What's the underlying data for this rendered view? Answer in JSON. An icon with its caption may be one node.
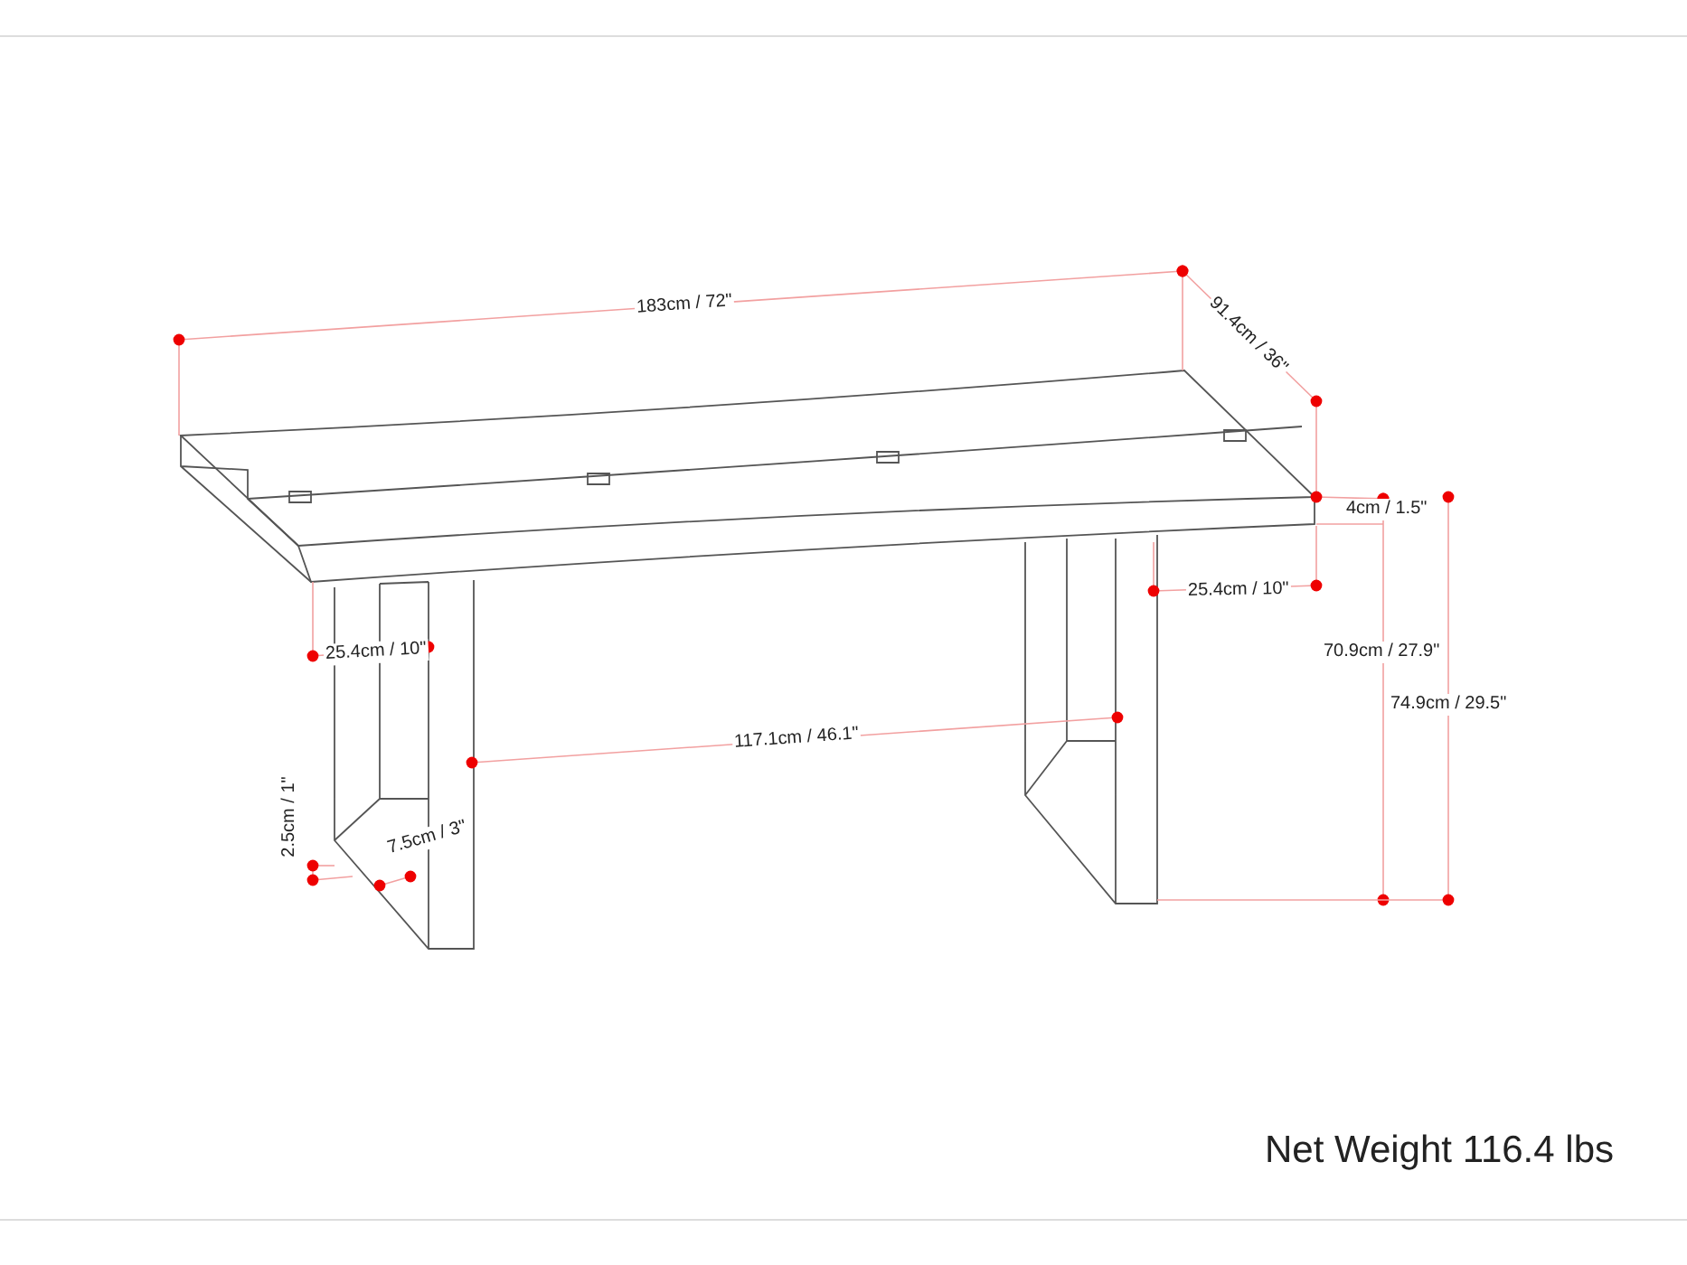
{
  "diagram": {
    "labels": [
      "183cm / 72\"",
      "91.4cm / 36\"",
      "4cm / 1.5\"",
      "25.4cm / 10\"",
      "25.4cm / 10\"",
      "70.9cm / 27.9\"",
      "74.9cm / 29.5\"",
      "117.1cm / 46.1\"",
      "2.5cm / 1\"",
      "7.5cm / 3\"",
      "Net Weight 116.4 lbs"
    ]
  }
}
